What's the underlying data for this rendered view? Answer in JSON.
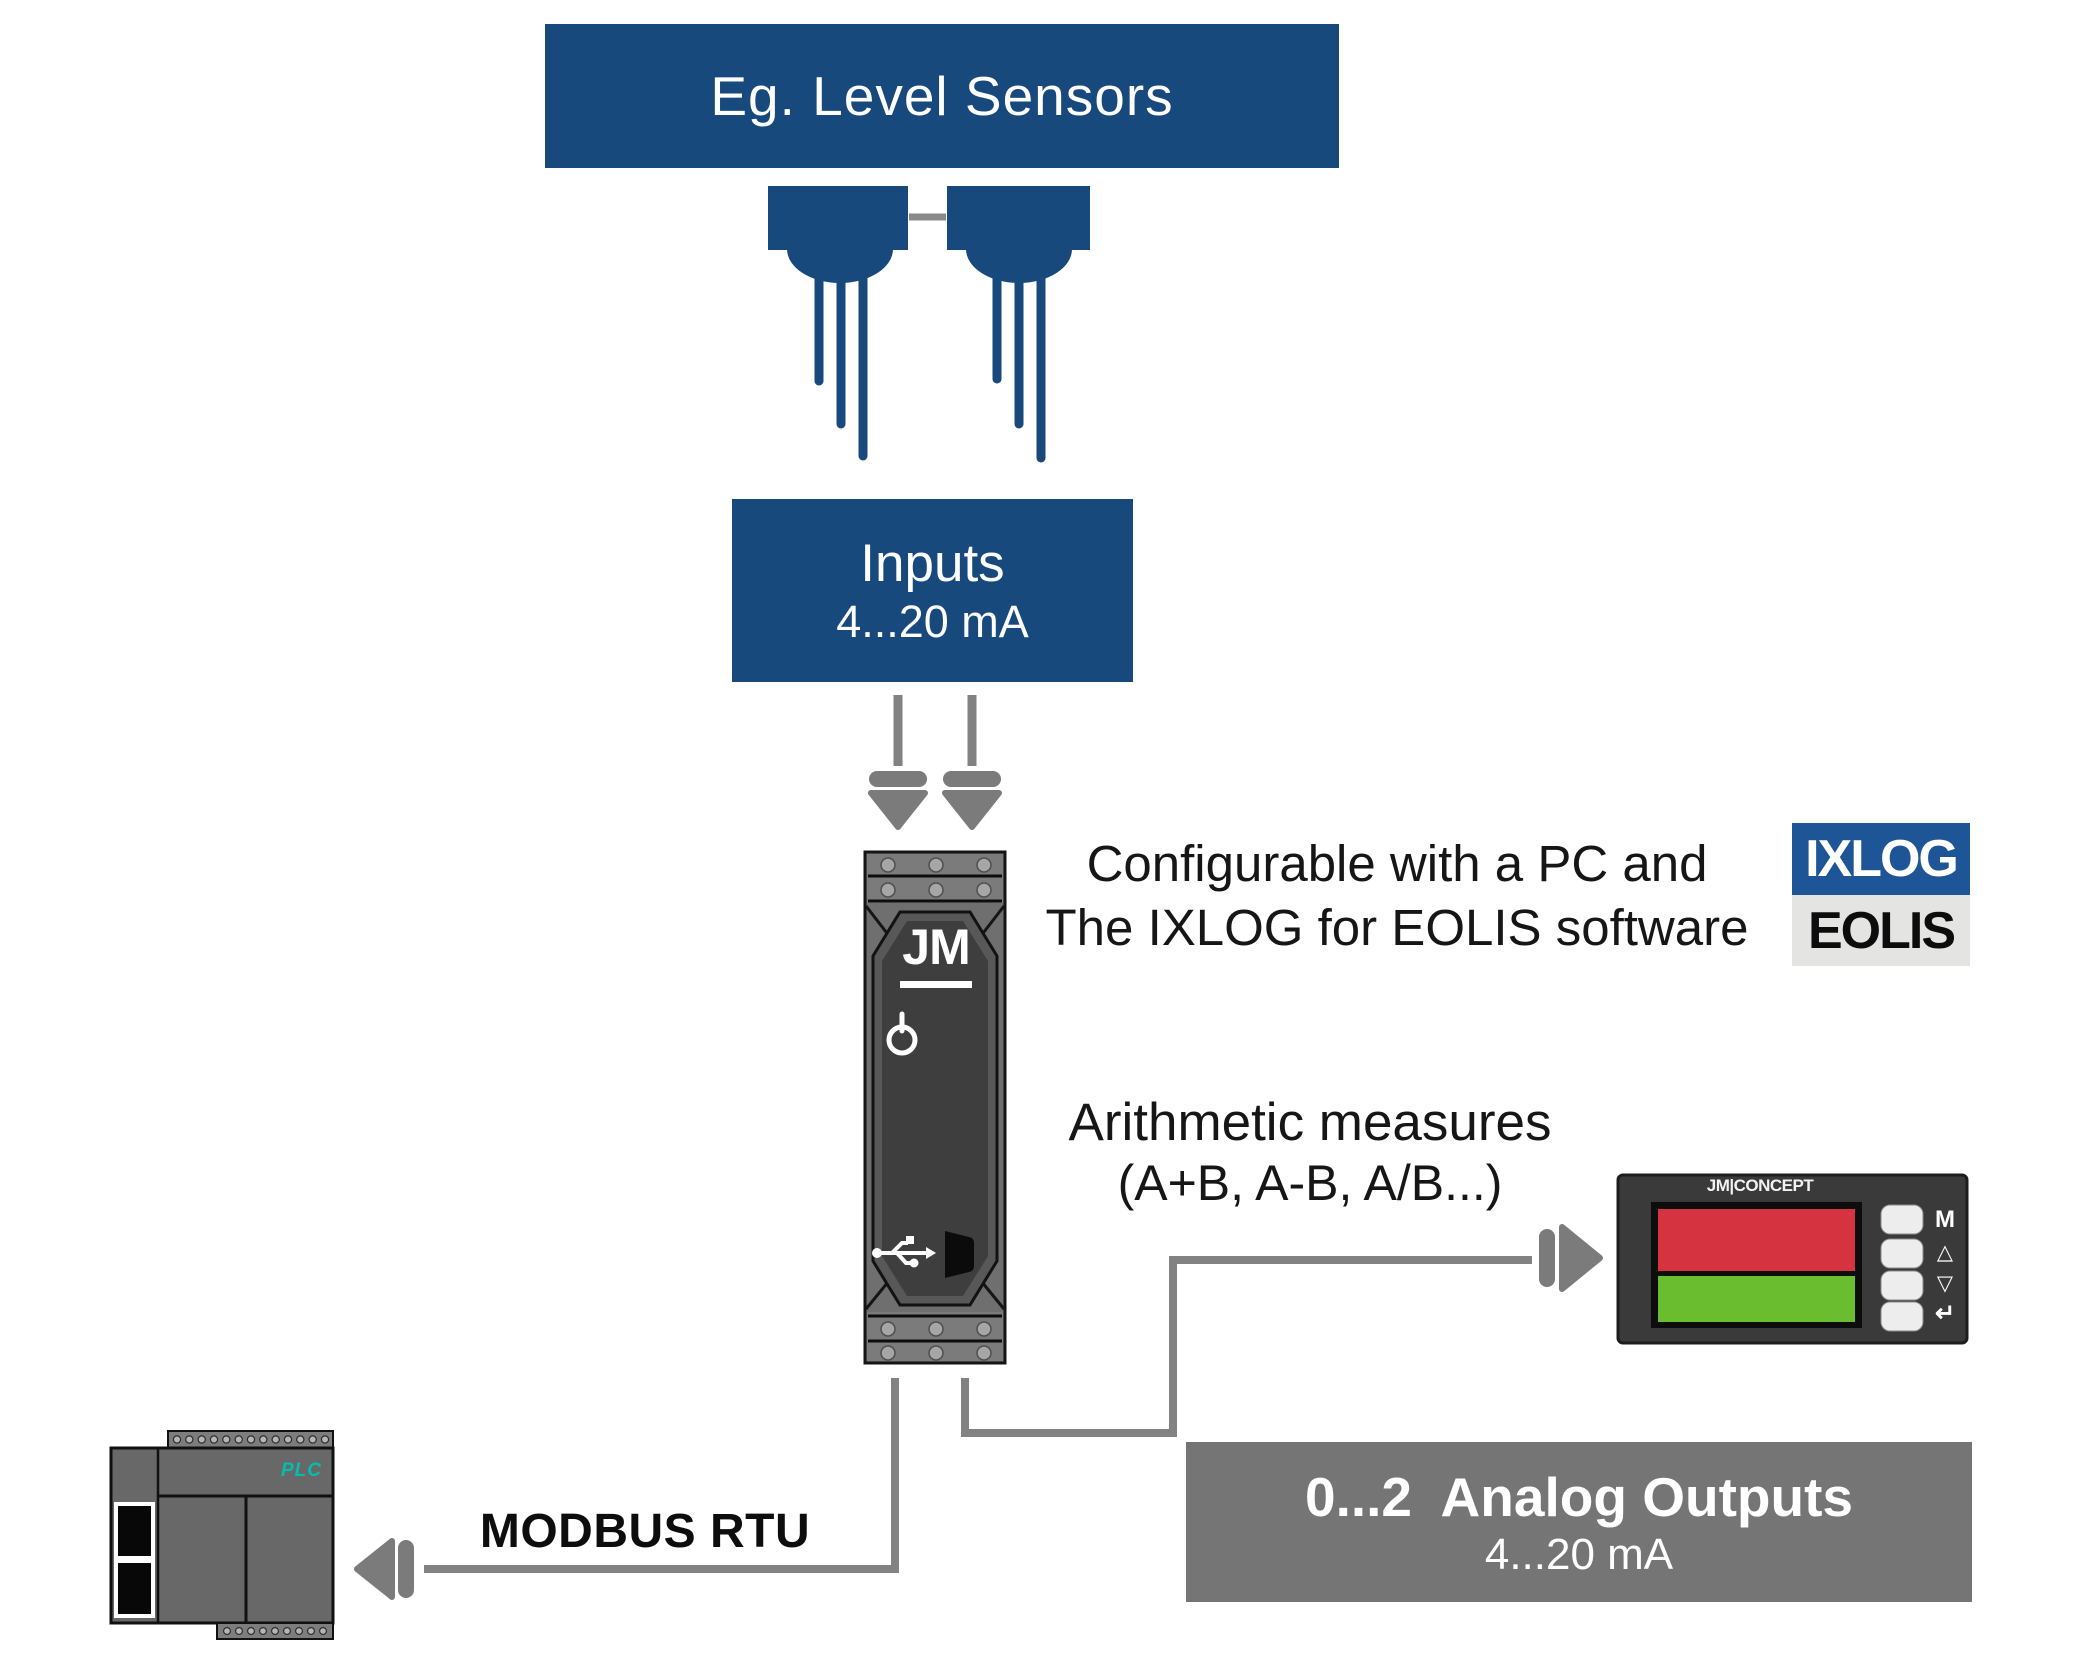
{
  "banner": {
    "label": "Eg. Level Sensors"
  },
  "inputs_box": {
    "title": "Inputs",
    "range": "4...20 mA"
  },
  "config_note": {
    "line1": "Configurable with a PC and",
    "line2": "The IXLOG for EOLIS software"
  },
  "software_logo": {
    "top": "IXLOG",
    "bottom": "EOLIS"
  },
  "module": {
    "brand": "JM"
  },
  "arithmetic_note": {
    "line1": "Arithmetic measures",
    "line2": "(A+B, A-B, A/B...)"
  },
  "display_device": {
    "brand": "JM|CONCEPT",
    "symbols": [
      "M",
      "△",
      "▽",
      "↵"
    ]
  },
  "plc": {
    "label": "PLC"
  },
  "modbus": {
    "label": "MODBUS RTU"
  },
  "analog_outputs_box": {
    "title": "0...2  Analog Outputs",
    "range": "4...20 mA"
  },
  "colors": {
    "navy": "#17497D",
    "ixlog_blue": "#1D5596",
    "eolis_bg": "#E4E4E2",
    "wire_gray": "#828282",
    "arrow_gray": "#7B7B7B",
    "analog_box_gray": "#757575",
    "module_body_gray": "#6F6F6F",
    "module_panel_gray": "#3E3E3E",
    "plc_teal": "#00BFAF",
    "screen_red": "#D63340",
    "screen_green": "#69BD2F"
  }
}
